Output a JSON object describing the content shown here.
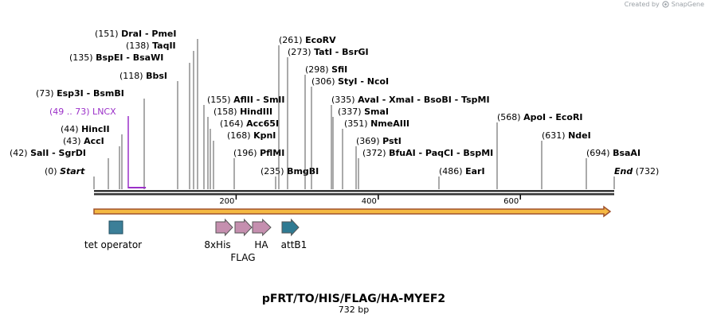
{
  "credit": {
    "prefix": "Created by",
    "brand": "SnapGene"
  },
  "map": {
    "title": "pFRT/TO/HIS/FLAG/HA-MYEF2",
    "subtitle": "732 bp",
    "length_bp": 732,
    "ticks": [
      200,
      400,
      600
    ],
    "sites": [
      {
        "pos": 151,
        "label": "(151)",
        "names": [
          "DraI",
          "PmeI"
        ]
      },
      {
        "pos": 138,
        "label": "(138)",
        "names": [
          "TaqII"
        ]
      },
      {
        "pos": 135,
        "label": "(135)",
        "names": [
          "BspEI",
          "BsaWI"
        ]
      },
      {
        "pos": 118,
        "label": "(118)",
        "names": [
          "BbsI"
        ]
      },
      {
        "pos": 73,
        "label": "(73)",
        "names": [
          "Esp3I",
          "BsmBI"
        ]
      },
      {
        "pos": 49,
        "label": "(49 .. 73)",
        "names": [
          "LNCX"
        ],
        "feature": true
      },
      {
        "pos": 44,
        "label": "(44)",
        "names": [
          "HincII"
        ]
      },
      {
        "pos": 43,
        "label": "(43)",
        "names": [
          "AccI"
        ]
      },
      {
        "pos": 42,
        "label": "(42)",
        "names": [
          "SalI",
          "SgrDI"
        ]
      },
      {
        "pos": 0,
        "label": "(0)",
        "names": [
          "Start"
        ],
        "italic": true
      },
      {
        "pos": 155,
        "label": "(155)",
        "names": [
          "AflII",
          "SmlI"
        ]
      },
      {
        "pos": 158,
        "label": "(158)",
        "names": [
          "HindIII"
        ]
      },
      {
        "pos": 164,
        "label": "(164)",
        "names": [
          "Acc65I"
        ]
      },
      {
        "pos": 168,
        "label": "(168)",
        "names": [
          "KpnI"
        ]
      },
      {
        "pos": 196,
        "label": "(196)",
        "names": [
          "PflMI"
        ]
      },
      {
        "pos": 235,
        "label": "(235)",
        "names": [
          "BmgBI"
        ]
      },
      {
        "pos": 261,
        "label": "(261)",
        "names": [
          "EcoRV"
        ]
      },
      {
        "pos": 273,
        "label": "(273)",
        "names": [
          "TatI",
          "BsrGI"
        ]
      },
      {
        "pos": 298,
        "label": "(298)",
        "names": [
          "SfiI"
        ]
      },
      {
        "pos": 306,
        "label": "(306)",
        "names": [
          "StyI",
          "NcoI"
        ]
      },
      {
        "pos": 335,
        "label": "(335)",
        "names": [
          "AvaI",
          "XmaI",
          "BsoBI",
          "TspMI"
        ]
      },
      {
        "pos": 337,
        "label": "(337)",
        "names": [
          "SmaI"
        ]
      },
      {
        "pos": 351,
        "label": "(351)",
        "names": [
          "NmeAIII"
        ]
      },
      {
        "pos": 369,
        "label": "(369)",
        "names": [
          "PstI"
        ]
      },
      {
        "pos": 372,
        "label": "(372)",
        "names": [
          "BfuAI",
          "PaqCI",
          "BspMI"
        ]
      },
      {
        "pos": 486,
        "label": "(486)",
        "names": [
          "EarI"
        ]
      },
      {
        "pos": 568,
        "label": "(568)",
        "names": [
          "ApoI",
          "EcoRI"
        ]
      },
      {
        "pos": 631,
        "label": "(631)",
        "names": [
          "NdeI"
        ]
      },
      {
        "pos": 694,
        "label": "(694)",
        "names": [
          "BsaAI"
        ]
      },
      {
        "pos": 732,
        "label": "(732)",
        "names": [
          "End"
        ],
        "italic": true
      }
    ],
    "features": [
      {
        "name": "tet operator",
        "type": "box",
        "color": "#3c7f98"
      },
      {
        "name": "8xHis",
        "type": "arrow",
        "color": "#c58faf"
      },
      {
        "name": "FLAG",
        "type": "arrow",
        "color": "#c58faf"
      },
      {
        "name": "HA",
        "type": "arrow",
        "color": "#c58faf"
      },
      {
        "name": "attB1",
        "type": "arrow",
        "color": "#2f7a92"
      }
    ],
    "colors": {
      "backbone": "#333333",
      "orf_fill": "#f5b942",
      "orf_outline": "#a0522d",
      "feature_label": "#9b30c8"
    }
  }
}
